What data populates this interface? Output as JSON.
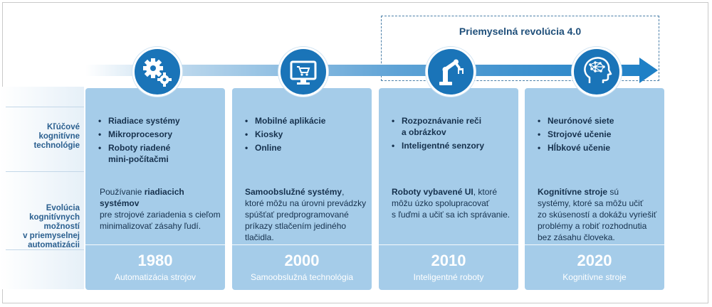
{
  "industry": {
    "title": "Priemyselná revolúcia 4.0"
  },
  "row_labels": {
    "key_tech": [
      "Kľúčové",
      "kognitívne",
      "technológie"
    ],
    "evolution": [
      "Evolúcia",
      "kognitívnych",
      "možností",
      "v priemyselnej",
      "automatizácii"
    ]
  },
  "columns": [
    {
      "icon": "gears-icon",
      "items": [
        "Riadiace systémy",
        "Mikroprocesory",
        "Roboty riadené",
        "mini-počítačmi"
      ],
      "desc": [
        {
          "lead": "Používanie ",
          "bold": "riadiacich systémov"
        },
        {
          "text": "pre strojové zariadenia s cieľom"
        },
        {
          "text": "minimalizovať zásahy ľudí."
        }
      ],
      "year": "1980",
      "caption": "Automatizácia strojov"
    },
    {
      "icon": "monitor-cart-icon",
      "items": [
        "Mobilné aplikácie",
        "Kiosky",
        "Online"
      ],
      "desc": [
        {
          "bold": "Samoobslužné systémy",
          "tail": ","
        },
        {
          "text": "ktoré môžu na úrovni prevádzky"
        },
        {
          "text": "spúšťať predprogramované"
        },
        {
          "text": "príkazy stlačením jediného"
        },
        {
          "text": "tlačidla."
        }
      ],
      "year": "2000",
      "caption": "Samoobslužná technológia"
    },
    {
      "icon": "robot-arm-icon",
      "items": [
        "Rozpoznávanie reči",
        "a obrázkov",
        "Inteligentné senzory"
      ],
      "desc": [
        {
          "bold": "Roboty vybavené UI",
          "tail": ", ktoré"
        },
        {
          "text": "môžu úzko spolupracovať"
        },
        {
          "text": "s ľuďmi a učiť sa ich správanie."
        }
      ],
      "year": "2010",
      "caption": "Inteligentné roboty"
    },
    {
      "icon": "brain-head-icon",
      "items": [
        "Neurónové siete",
        "Strojové učenie",
        "Hĺbkové učenie"
      ],
      "desc": [
        {
          "bold": "Kognitívne stroje",
          "tail": " sú"
        },
        {
          "text": "systémy, ktoré sa môžu učiť"
        },
        {
          "text": "zo skúseností a dokážu vyriešiť"
        },
        {
          "text": "problémy a robiť rozhodnutia"
        },
        {
          "text": "bez zásahu človeka."
        }
      ],
      "year": "2020",
      "caption": "Kognitívne stroje"
    }
  ]
}
